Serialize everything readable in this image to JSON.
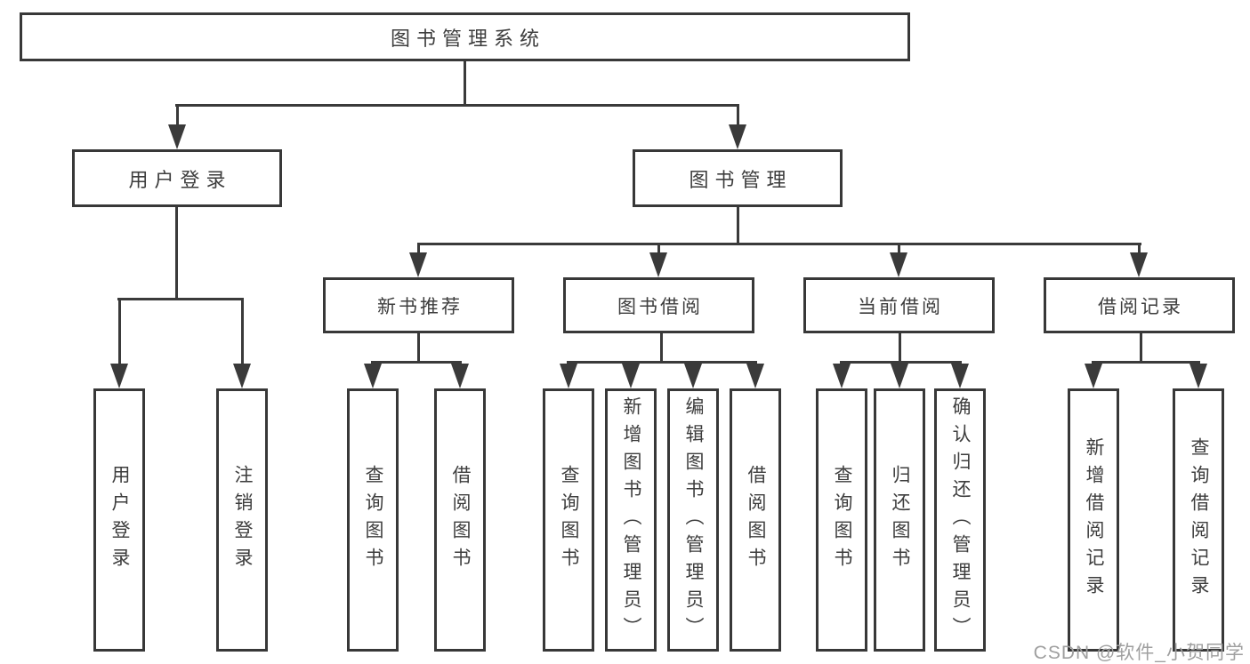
{
  "diagram": {
    "root": "图书管理系统",
    "level2": [
      "用户登录",
      "图书管理"
    ],
    "level3": [
      "新书推荐",
      "图书借阅",
      "当前借阅",
      "借阅记录"
    ],
    "leaves": {
      "login": [
        "用户登录",
        "注销登录"
      ],
      "recommend": [
        "查询图书",
        "借阅图书"
      ],
      "borrow": [
        "查询图书",
        "新增图书（管理员）",
        "编辑图书（管理员）",
        "借阅图书"
      ],
      "current": [
        "查询图书",
        "归还图书",
        "确认归还（管理员）"
      ],
      "records": [
        "新增借阅记录",
        "查询借阅记录"
      ]
    },
    "colors": {
      "line": "#3a3a3a",
      "border": "#383838",
      "text": "#3d3d3d",
      "watermark_text": "#9f9f9f",
      "background": "#ffffff"
    }
  },
  "watermark": "CSDN @软件_小贺同学"
}
